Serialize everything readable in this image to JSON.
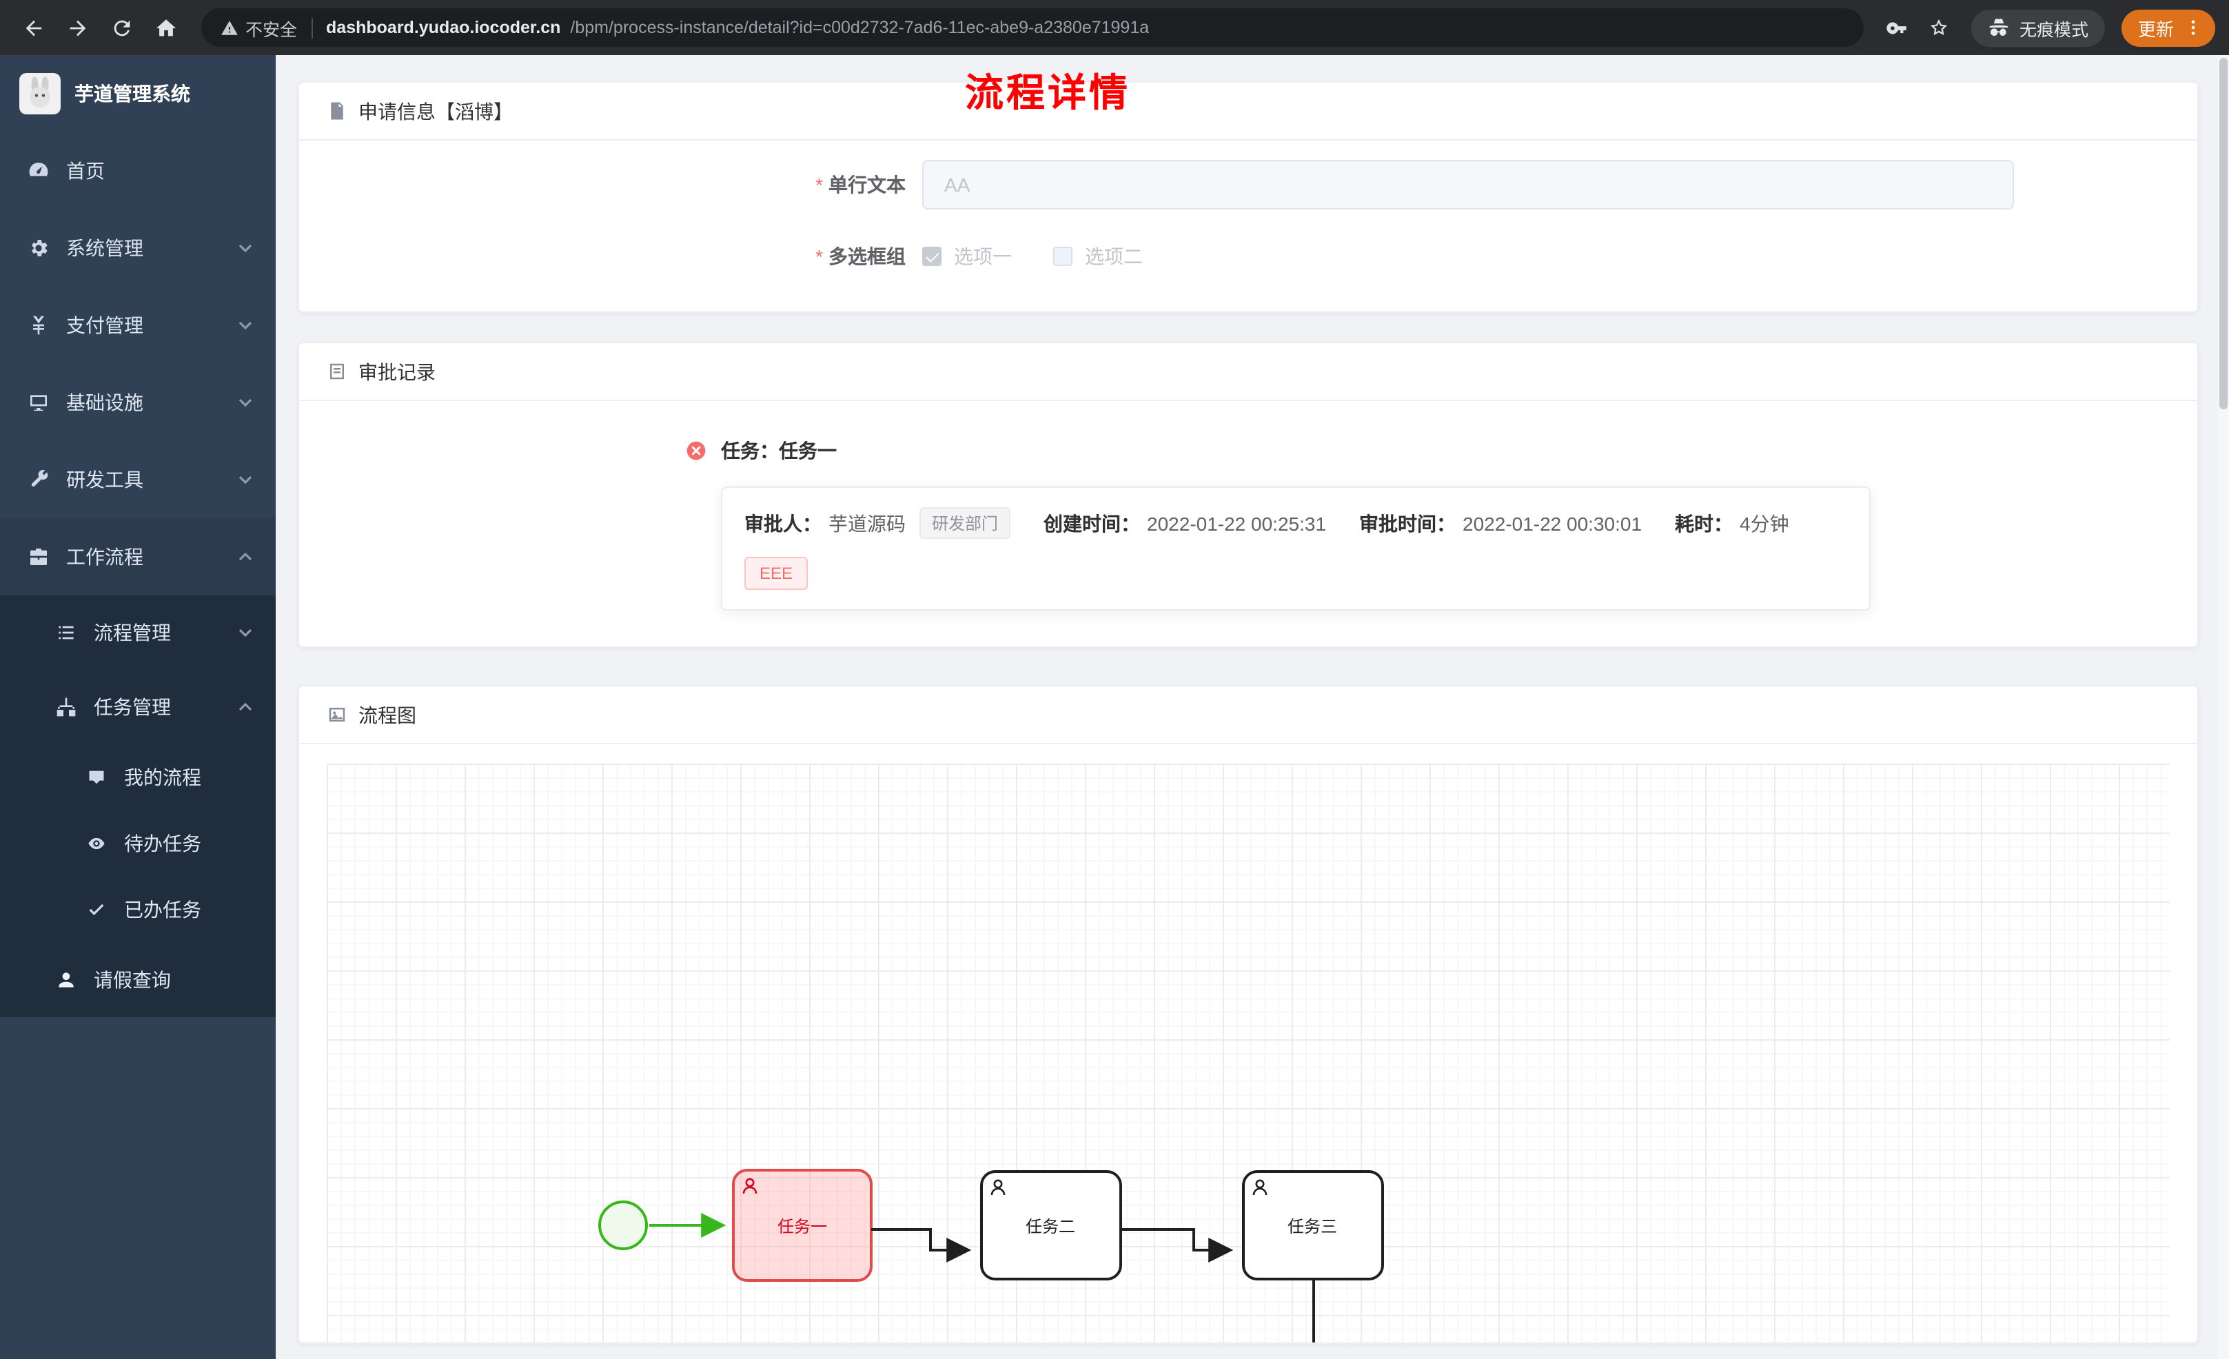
{
  "colors": {
    "sidebar_bg": "#304156",
    "submenu_bg": "#1f2d3d",
    "title_red": "#ff0000",
    "danger": "#f56c6c",
    "bpmn_highlight_red": "#e24a4a",
    "bpmn_success_green": "#38b71c",
    "update_orange": "#de711b"
  },
  "browser": {
    "security_label": "不安全",
    "url_host": "dashboard.yudao.iocoder.cn",
    "url_path": "/bpm/process-instance/detail?id=c00d2732-7ad6-11ec-abe9-a2380e71991a",
    "incognito_label": "无痕模式",
    "update_label": "更新"
  },
  "sidebar": {
    "app_title": "芋道管理系统",
    "items": [
      {
        "label": "首页"
      },
      {
        "label": "系统管理"
      },
      {
        "label": "支付管理"
      },
      {
        "label": "基础设施"
      },
      {
        "label": "研发工具"
      },
      {
        "label": "工作流程"
      }
    ],
    "workflow_children": [
      {
        "label": "流程管理"
      },
      {
        "label": "任务管理"
      }
    ],
    "task_children": [
      {
        "label": "我的流程"
      },
      {
        "label": "待办任务"
      },
      {
        "label": "已办任务"
      }
    ],
    "leave_query": {
      "label": "请假查询"
    }
  },
  "page": {
    "title": "流程详情"
  },
  "apply_card": {
    "title": "申请信息【滔博】",
    "single_text": {
      "label": "单行文本",
      "placeholder": "AA"
    },
    "checkbox_group": {
      "label": "多选框组",
      "options": [
        {
          "label": "选项一",
          "checked": true
        },
        {
          "label": "选项二",
          "checked": false
        }
      ]
    }
  },
  "approval_card": {
    "title": "审批记录",
    "task_title": "任务：任务一",
    "approver_label": "审批人：",
    "approver_name": "芋道源码",
    "approver_dept": "研发部门",
    "create_label": "创建时间：",
    "create_time": "2022-01-22 00:25:31",
    "approve_label": "审批时间：",
    "approve_time": "2022-01-22 00:30:01",
    "duration_label": "耗时：",
    "duration": "4分钟",
    "comment_tag": "EEE"
  },
  "diagram_card": {
    "title": "流程图",
    "nodes": [
      {
        "id": "start",
        "type": "start-event",
        "status": "passed"
      },
      {
        "id": "task1",
        "label": "任务一",
        "status": "rejected"
      },
      {
        "id": "task2",
        "label": "任务二",
        "status": "not-started"
      },
      {
        "id": "task3",
        "label": "任务三",
        "status": "not-started"
      }
    ]
  }
}
